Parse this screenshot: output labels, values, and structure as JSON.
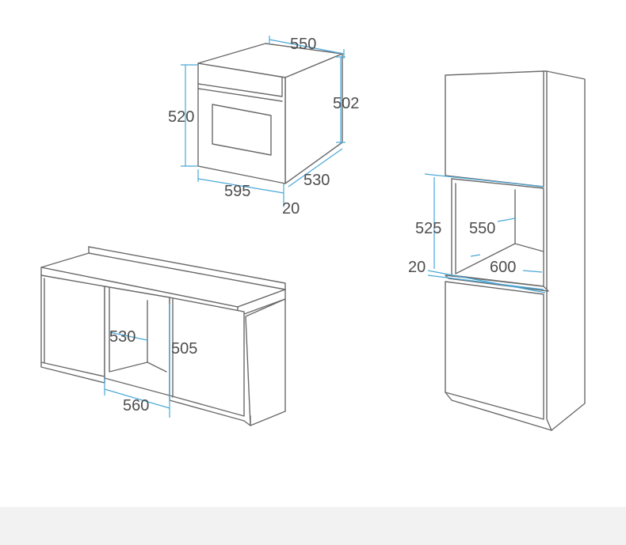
{
  "colors": {
    "outline": "#6a6a6a",
    "dimension_line": "#4aa8d8",
    "label_text": "#4d4d4d",
    "footer_band": "#f2f2f2",
    "background": "#ffffff"
  },
  "oven": {
    "depth_top": "550",
    "height_back": "502",
    "height_front": "520",
    "width_front": "595",
    "depth_side": "530",
    "front_panel": "20"
  },
  "under_counter": {
    "niche_depth": "530",
    "niche_height": "505",
    "niche_width": "560"
  },
  "tall_cabinet": {
    "niche_height": "525",
    "niche_depth": "550",
    "niche_width": "600",
    "bottom_clearance": "20"
  }
}
